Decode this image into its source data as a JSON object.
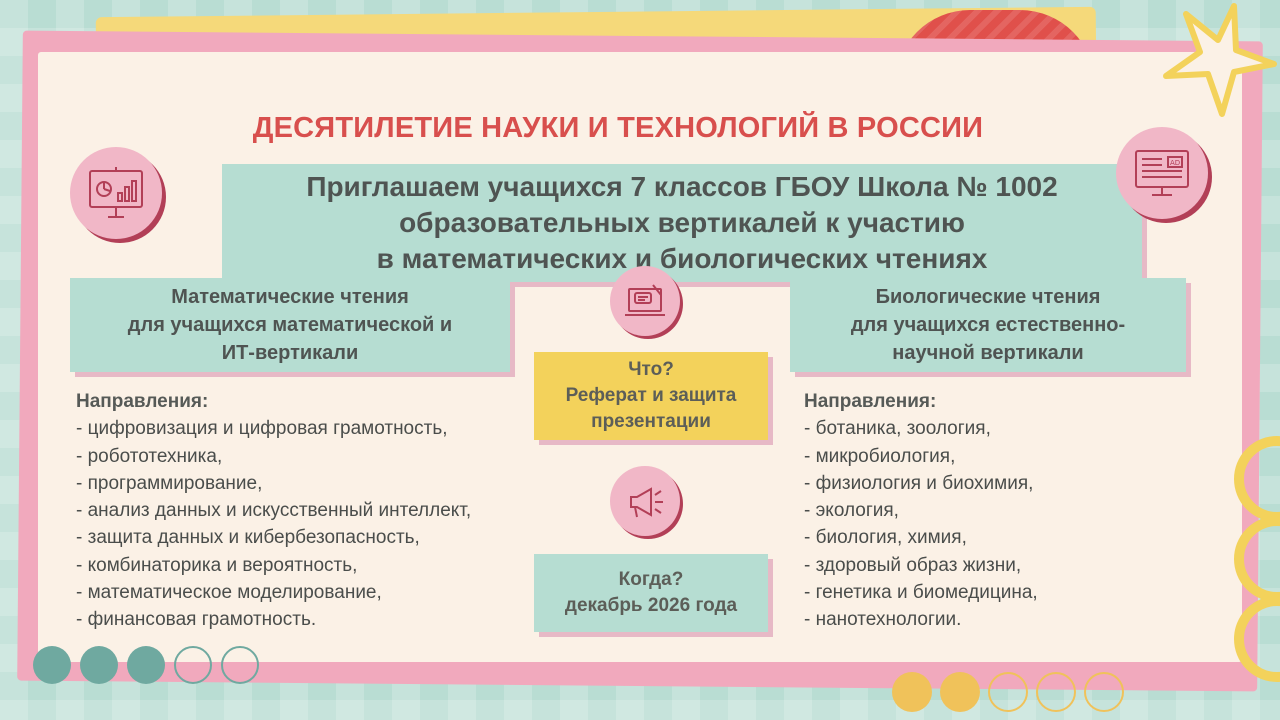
{
  "title": "ДЕСЯТИЛЕТИЕ НАУКИ И ТЕХНОЛОГИЙ В РОССИИ",
  "banner": {
    "line1": "Приглашаем учащихся 7 классов ГБОУ Школа № 1002",
    "line2": "образовательных вертикалей к участию",
    "line3": "в математических и биологических чтениях"
  },
  "math": {
    "heading": [
      "Математические чтения",
      "для учащихся математической и",
      "ИТ-вертикали"
    ],
    "directions_label": "Направления:",
    "items": [
      "- цифровизация и цифровая грамотность,",
      "- робототехника,",
      "- программирование,",
      "- анализ данных и искусственный интеллект,",
      "- защита данных и кибербезопасность,",
      "- комбинаторика и вероятность,",
      "- математическое моделирование,",
      "- финансовая грамотность."
    ]
  },
  "bio": {
    "heading": [
      "Биологические чтения",
      "для учащихся естественно-",
      "научной вертикали"
    ],
    "directions_label": "Направления:",
    "items": [
      "- ботаника, зоология,",
      "- микробиология,",
      "- физиология и биохимия,",
      "- экология,",
      "- биология, химия,",
      "- здоровый образ жизни,",
      "- генетика и биомедицина,",
      "- нанотехнологии."
    ]
  },
  "what": {
    "question": "Что?",
    "answer_line1": "Реферат и защита",
    "answer_line2": "презентации"
  },
  "when": {
    "question": "Когда?",
    "answer": "декабрь 2026 года"
  },
  "icons": {
    "left_banner": "presentation-chart-icon",
    "right_banner": "monitor-ad-icon",
    "what": "laptop-chat-icon",
    "when": "megaphone-icon"
  },
  "colors": {
    "accent_red": "#d84f4d",
    "mint": "#b6ddd2",
    "pink": "#f1b7c7",
    "yellow": "#f3d25b",
    "cream": "#fbf1e6"
  }
}
